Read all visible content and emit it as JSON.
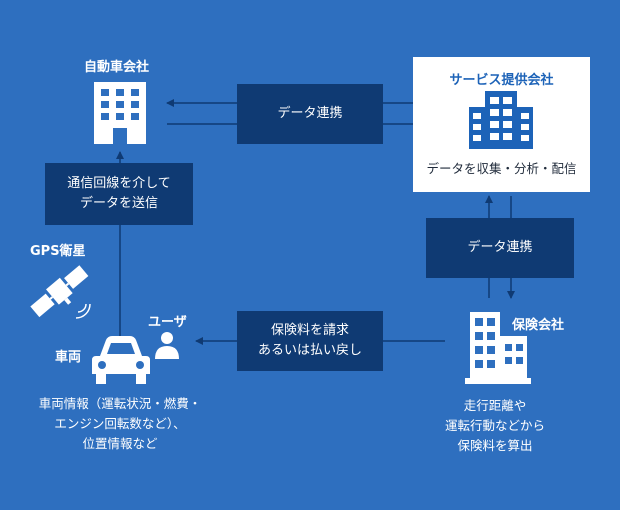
{
  "nodes": {
    "automaker": {
      "label": "自動車会社",
      "icon": "building-icon"
    },
    "service_provider": {
      "label": "サービス提供会社",
      "caption": "データを収集・分析・配信",
      "icon": "office-building-icon"
    },
    "gps": {
      "label": "GPS衛星",
      "icon": "satellite-icon"
    },
    "vehicle": {
      "label": "車両",
      "icon": "car-icon",
      "caption_lines": [
        "車両情報（運転状況・燃費・",
        "エンジン回転数など）、",
        "位置情報など"
      ]
    },
    "user": {
      "label": "ユーザ",
      "icon": "user-icon"
    },
    "insurer": {
      "label": "保険会社",
      "icon": "office-building-icon",
      "caption_lines": [
        "走行距離や",
        "運転行動などから",
        "保険料を算出"
      ]
    }
  },
  "flows": {
    "data_link_top": "データ連携",
    "data_link_right": "データ連携",
    "send_data": [
      "通信回線を介して",
      "データを送信"
    ],
    "premium": [
      "保険料を請求",
      "あるいは払い戻し"
    ]
  },
  "colors": {
    "background": "#2e6fbf",
    "box": "#0f3a73",
    "accent": "#1d63b8",
    "line": "#0f3a73"
  }
}
